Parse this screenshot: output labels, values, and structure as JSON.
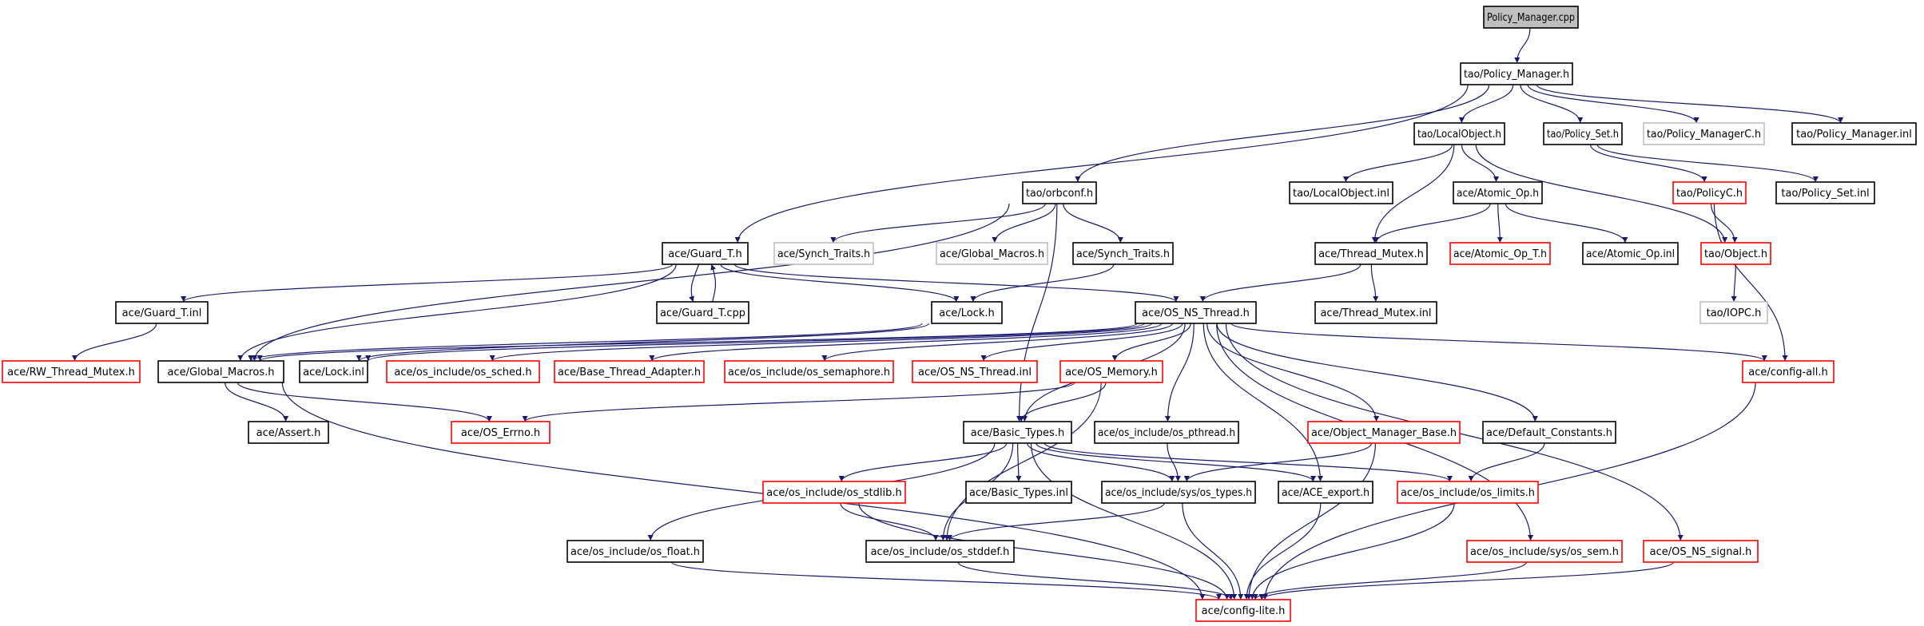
{
  "colors": {
    "edge": "#191970",
    "border_black": "#000000",
    "border_red": "#ff0000",
    "border_gray": "#bfbfbf",
    "root_fill": "#bfbfbf",
    "fill": "#ffffff"
  },
  "nodes": [
    {
      "id": "root",
      "label": "Policy_Manager.cpp",
      "style": "root"
    },
    {
      "id": "pm_h",
      "label": "tao/Policy_Manager.h",
      "style": "black"
    },
    {
      "id": "localobj",
      "label": "tao/LocalObject.h",
      "style": "black"
    },
    {
      "id": "policyset",
      "label": "tao/Policy_Set.h",
      "style": "black"
    },
    {
      "id": "pmc",
      "label": "tao/Policy_ManagerC.h",
      "style": "gray"
    },
    {
      "id": "pm_inl",
      "label": "tao/Policy_Manager.inl",
      "style": "black"
    },
    {
      "id": "orbconf",
      "label": "tao/orbconf.h",
      "style": "black"
    },
    {
      "id": "localobj_inl",
      "label": "tao/LocalObject.inl",
      "style": "black"
    },
    {
      "id": "atomic_op",
      "label": "ace/Atomic_Op.h",
      "style": "black"
    },
    {
      "id": "policyc",
      "label": "tao/PolicyC.h",
      "style": "red"
    },
    {
      "id": "policyset_inl",
      "label": "tao/Policy_Set.inl",
      "style": "black"
    },
    {
      "id": "guard_h",
      "label": "ace/Guard_T.h",
      "style": "black"
    },
    {
      "id": "synch_gray",
      "label": "ace/Synch_Traits.h",
      "style": "gray"
    },
    {
      "id": "gmacros_gray",
      "label": "ace/Global_Macros.h",
      "style": "gray"
    },
    {
      "id": "synch",
      "label": "ace/Synch_Traits.h",
      "style": "black"
    },
    {
      "id": "thread_mutex",
      "label": "ace/Thread_Mutex.h",
      "style": "black"
    },
    {
      "id": "atomic_op_t",
      "label": "ace/Atomic_Op_T.h",
      "style": "red"
    },
    {
      "id": "atomic_op_inl",
      "label": "ace/Atomic_Op.inl",
      "style": "black"
    },
    {
      "id": "object_h",
      "label": "tao/Object.h",
      "style": "red"
    },
    {
      "id": "guard_inl",
      "label": "ace/Guard_T.inl",
      "style": "black"
    },
    {
      "id": "guard_cpp",
      "label": "ace/Guard_T.cpp",
      "style": "black"
    },
    {
      "id": "lock_h",
      "label": "ace/Lock.h",
      "style": "black"
    },
    {
      "id": "os_ns_thread",
      "label": "ace/OS_NS_Thread.h",
      "style": "black"
    },
    {
      "id": "thread_mutex_inl",
      "label": "ace/Thread_Mutex.inl",
      "style": "black"
    },
    {
      "id": "iopc",
      "label": "tao/IOPC.h",
      "style": "gray"
    },
    {
      "id": "rw_mutex",
      "label": "ace/RW_Thread_Mutex.h",
      "style": "red"
    },
    {
      "id": "gmacros",
      "label": "ace/Global_Macros.h",
      "style": "black"
    },
    {
      "id": "lock_inl",
      "label": "ace/Lock.inl",
      "style": "black"
    },
    {
      "id": "os_sched",
      "label": "ace/os_include/os_sched.h",
      "style": "red"
    },
    {
      "id": "base_thread",
      "label": "ace/Base_Thread_Adapter.h",
      "style": "red"
    },
    {
      "id": "os_semaphore",
      "label": "ace/os_include/os_semaphore.h",
      "style": "red"
    },
    {
      "id": "os_ns_thread_inl",
      "label": "ace/OS_NS_Thread.inl",
      "style": "red"
    },
    {
      "id": "os_memory",
      "label": "ace/OS_Memory.h",
      "style": "red"
    },
    {
      "id": "config_all",
      "label": "ace/config-all.h",
      "style": "red"
    },
    {
      "id": "assert",
      "label": "ace/Assert.h",
      "style": "black"
    },
    {
      "id": "os_errno",
      "label": "ace/OS_Errno.h",
      "style": "red"
    },
    {
      "id": "basic_types",
      "label": "ace/Basic_Types.h",
      "style": "black"
    },
    {
      "id": "os_pthread",
      "label": "ace/os_include/os_pthread.h",
      "style": "black"
    },
    {
      "id": "obj_mgr_base",
      "label": "ace/Object_Manager_Base.h",
      "style": "red"
    },
    {
      "id": "default_const",
      "label": "ace/Default_Constants.h",
      "style": "black"
    },
    {
      "id": "os_stdlib",
      "label": "ace/os_include/os_stdlib.h",
      "style": "red"
    },
    {
      "id": "basic_types_inl",
      "label": "ace/Basic_Types.inl",
      "style": "black"
    },
    {
      "id": "sys_types",
      "label": "ace/os_include/sys/os_types.h",
      "style": "black"
    },
    {
      "id": "ace_export",
      "label": "ace/ACE_export.h",
      "style": "black"
    },
    {
      "id": "os_limits",
      "label": "ace/os_include/os_limits.h",
      "style": "red"
    },
    {
      "id": "os_float",
      "label": "ace/os_include/os_float.h",
      "style": "black"
    },
    {
      "id": "os_stddef",
      "label": "ace/os_include/os_stddef.h",
      "style": "black"
    },
    {
      "id": "sys_sem",
      "label": "ace/os_include/sys/os_sem.h",
      "style": "red"
    },
    {
      "id": "os_ns_signal",
      "label": "ace/OS_NS_signal.h",
      "style": "red"
    },
    {
      "id": "config_lite",
      "label": "ace/config-lite.h",
      "style": "red"
    }
  ],
  "edges": [
    [
      "root",
      "pm_h"
    ],
    [
      "pm_h",
      "localobj"
    ],
    [
      "pm_h",
      "policyset"
    ],
    [
      "pm_h",
      "pmc"
    ],
    [
      "pm_h",
      "pm_inl"
    ],
    [
      "pm_h",
      "orbconf"
    ],
    [
      "pm_h",
      "guard_h"
    ],
    [
      "localobj",
      "localobj_inl"
    ],
    [
      "localobj",
      "atomic_op"
    ],
    [
      "localobj",
      "thread_mutex"
    ],
    [
      "localobj",
      "object_h"
    ],
    [
      "policyset",
      "policyc"
    ],
    [
      "policyset",
      "policyset_inl"
    ],
    [
      "policyc",
      "object_h"
    ],
    [
      "policyc",
      "config_all"
    ],
    [
      "object_h",
      "iopc"
    ],
    [
      "orbconf",
      "synch_gray"
    ],
    [
      "orbconf",
      "gmacros_gray"
    ],
    [
      "orbconf",
      "synch"
    ],
    [
      "orbconf",
      "gmacros"
    ],
    [
      "orbconf",
      "basic_types"
    ],
    [
      "atomic_op",
      "thread_mutex"
    ],
    [
      "atomic_op",
      "atomic_op_t"
    ],
    [
      "atomic_op",
      "atomic_op_inl"
    ],
    [
      "thread_mutex",
      "os_ns_thread"
    ],
    [
      "thread_mutex",
      "thread_mutex_inl"
    ],
    [
      "guard_h",
      "guard_inl"
    ],
    [
      "guard_h",
      "guard_cpp"
    ],
    [
      "guard_h",
      "lock_h"
    ],
    [
      "guard_h",
      "os_ns_thread"
    ],
    [
      "guard_h",
      "gmacros"
    ],
    [
      "guard_cpp",
      "guard_h"
    ],
    [
      "guard_inl",
      "rw_mutex"
    ],
    [
      "synch",
      "lock_h"
    ],
    [
      "lock_h",
      "lock_inl"
    ],
    [
      "lock_h",
      "gmacros"
    ],
    [
      "os_ns_thread",
      "gmacros"
    ],
    [
      "os_ns_thread",
      "lock_inl"
    ],
    [
      "os_ns_thread",
      "os_sched"
    ],
    [
      "os_ns_thread",
      "base_thread"
    ],
    [
      "os_ns_thread",
      "os_semaphore"
    ],
    [
      "os_ns_thread",
      "os_ns_thread_inl"
    ],
    [
      "os_ns_thread",
      "os_memory"
    ],
    [
      "os_ns_thread",
      "config_all"
    ],
    [
      "os_ns_thread",
      "basic_types"
    ],
    [
      "os_ns_thread",
      "os_pthread"
    ],
    [
      "os_ns_thread",
      "obj_mgr_base"
    ],
    [
      "os_ns_thread",
      "default_const"
    ],
    [
      "os_ns_thread",
      "ace_export"
    ],
    [
      "os_ns_thread",
      "sys_sem"
    ],
    [
      "os_ns_thread",
      "os_ns_signal"
    ],
    [
      "gmacros",
      "assert"
    ],
    [
      "gmacros",
      "os_errno"
    ],
    [
      "gmacros",
      "config_lite"
    ],
    [
      "os_memory",
      "os_errno"
    ],
    [
      "os_memory",
      "basic_types"
    ],
    [
      "os_memory",
      "os_stddef"
    ],
    [
      "basic_types",
      "os_stdlib"
    ],
    [
      "basic_types",
      "basic_types_inl"
    ],
    [
      "basic_types",
      "sys_types"
    ],
    [
      "basic_types",
      "ace_export"
    ],
    [
      "basic_types",
      "os_limits"
    ],
    [
      "basic_types",
      "os_float"
    ],
    [
      "basic_types",
      "os_stddef"
    ],
    [
      "basic_types",
      "config_lite"
    ],
    [
      "os_pthread",
      "sys_types"
    ],
    [
      "obj_mgr_base",
      "sys_types"
    ],
    [
      "obj_mgr_base",
      "config_lite"
    ],
    [
      "default_const",
      "os_limits"
    ],
    [
      "os_stdlib",
      "os_stddef"
    ],
    [
      "os_stdlib",
      "config_lite"
    ],
    [
      "sys_types",
      "os_stddef"
    ],
    [
      "sys_types",
      "config_lite"
    ],
    [
      "ace_export",
      "config_lite"
    ],
    [
      "os_limits",
      "config_lite"
    ],
    [
      "os_float",
      "config_lite"
    ],
    [
      "os_stddef",
      "config_lite"
    ],
    [
      "sys_sem",
      "config_lite"
    ],
    [
      "os_ns_signal",
      "config_lite"
    ],
    [
      "config_all",
      "config_lite"
    ]
  ]
}
